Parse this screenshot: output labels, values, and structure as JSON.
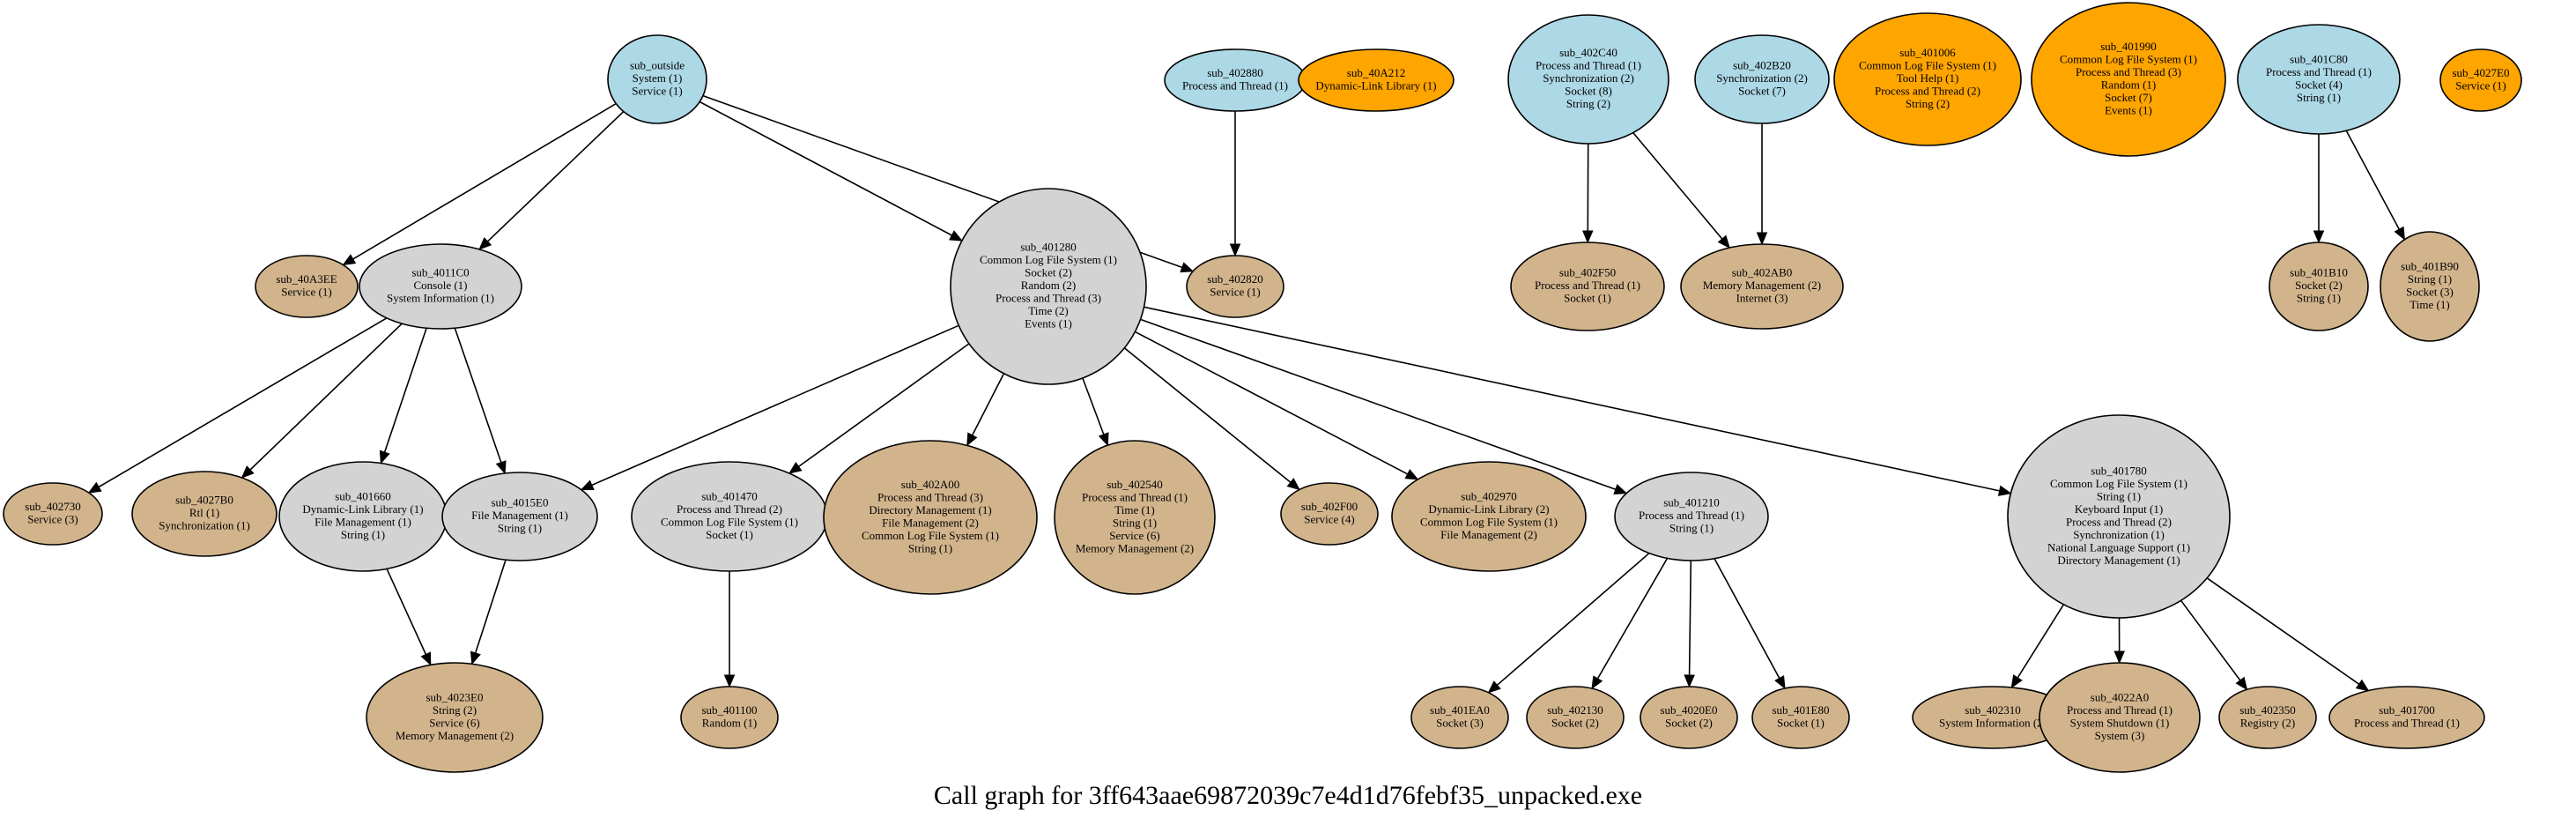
{
  "colors": {
    "root": "#add8e6",
    "intermediate": "#d3d3d3",
    "leaf": "#d2b48c",
    "isolated": "#ffa500"
  },
  "caption": "Call graph for 3ff643aae69872039c7e4d1d76febf35_unpacked.exe",
  "nodes": [
    {
      "id": "sub_outside",
      "kind": "root",
      "lines": [
        "sub_outside",
        "System (1)",
        "Service (1)"
      ]
    },
    {
      "id": "sub_402880",
      "kind": "root",
      "lines": [
        "sub_402880",
        "Process and Thread (1)"
      ]
    },
    {
      "id": "sub_40A212",
      "kind": "isolated",
      "lines": [
        "sub_40A212",
        "Dynamic-Link Library (1)"
      ]
    },
    {
      "id": "sub_402C40",
      "kind": "root",
      "lines": [
        "sub_402C40",
        "Process and Thread (1)",
        "Synchronization (2)",
        "Socket (8)",
        "String (2)"
      ]
    },
    {
      "id": "sub_402B20",
      "kind": "root",
      "lines": [
        "sub_402B20",
        "Synchronization (2)",
        "Socket (7)"
      ]
    },
    {
      "id": "sub_401006",
      "kind": "isolated",
      "lines": [
        "sub_401006",
        "Common Log File System (1)",
        "Tool Help (1)",
        "Process and Thread (2)",
        "String (2)"
      ]
    },
    {
      "id": "sub_401990",
      "kind": "isolated",
      "lines": [
        "sub_401990",
        "Common Log File System (1)",
        "Process and Thread (3)",
        "Random (1)",
        "Socket (7)",
        "Events (1)"
      ]
    },
    {
      "id": "sub_401C80",
      "kind": "root",
      "lines": [
        "sub_401C80",
        "Process and Thread (1)",
        "Socket (4)",
        "String (1)"
      ]
    },
    {
      "id": "sub_4027E0",
      "kind": "isolated",
      "lines": [
        "sub_4027E0",
        "Service (1)"
      ]
    },
    {
      "id": "sub_40A3EE",
      "kind": "leaf",
      "lines": [
        "sub_40A3EE",
        "Service (1)"
      ]
    },
    {
      "id": "sub_4011C0",
      "kind": "intermediate",
      "lines": [
        "sub_4011C0",
        "Console (1)",
        "System Information (1)"
      ]
    },
    {
      "id": "sub_401280",
      "kind": "intermediate",
      "lines": [
        "sub_401280",
        "Common Log File System (1)",
        "Socket (2)",
        "Random (2)",
        "Process and Thread (3)",
        "Time (2)",
        "Events (1)"
      ]
    },
    {
      "id": "sub_402820",
      "kind": "leaf",
      "lines": [
        "sub_402820",
        "Service (1)"
      ]
    },
    {
      "id": "sub_402F50",
      "kind": "leaf",
      "lines": [
        "sub_402F50",
        "Process and Thread (1)",
        "Socket (1)"
      ]
    },
    {
      "id": "sub_402AB0",
      "kind": "leaf",
      "lines": [
        "sub_402AB0",
        "Memory Management (2)",
        "Internet (3)"
      ]
    },
    {
      "id": "sub_401B10",
      "kind": "leaf",
      "lines": [
        "sub_401B10",
        "Socket (2)",
        "String (1)"
      ]
    },
    {
      "id": "sub_401B90",
      "kind": "leaf",
      "lines": [
        "sub_401B90",
        "String (1)",
        "Socket (3)",
        "Time (1)"
      ]
    },
    {
      "id": "sub_402730",
      "kind": "leaf",
      "lines": [
        "sub_402730",
        "Service (3)"
      ]
    },
    {
      "id": "sub_4027B0",
      "kind": "leaf",
      "lines": [
        "sub_4027B0",
        "Rtl (1)",
        "Synchronization (1)"
      ]
    },
    {
      "id": "sub_401660",
      "kind": "intermediate",
      "lines": [
        "sub_401660",
        "Dynamic-Link Library (1)",
        "File Management (1)",
        "String (1)"
      ]
    },
    {
      "id": "sub_4015E0",
      "kind": "intermediate",
      "lines": [
        "sub_4015E0",
        "File Management (1)",
        "String (1)"
      ]
    },
    {
      "id": "sub_401470",
      "kind": "intermediate",
      "lines": [
        "sub_401470",
        "Process and Thread (2)",
        "Common Log File System (1)",
        "Socket (1)"
      ]
    },
    {
      "id": "sub_402A00",
      "kind": "leaf",
      "lines": [
        "sub_402A00",
        "Process and Thread (3)",
        "Directory Management (1)",
        "File Management (2)",
        "Common Log File System (1)",
        "String (1)"
      ]
    },
    {
      "id": "sub_402540",
      "kind": "leaf",
      "lines": [
        "sub_402540",
        "Process and Thread (1)",
        "Time (1)",
        "String (1)",
        "Service (6)",
        "Memory Management (2)"
      ]
    },
    {
      "id": "sub_402F00",
      "kind": "leaf",
      "lines": [
        "sub_402F00",
        "Service (4)"
      ]
    },
    {
      "id": "sub_402970",
      "kind": "leaf",
      "lines": [
        "sub_402970",
        "Dynamic-Link Library (2)",
        "Common Log File System (1)",
        "File Management (2)"
      ]
    },
    {
      "id": "sub_401210",
      "kind": "intermediate",
      "lines": [
        "sub_401210",
        "Process and Thread (1)",
        "String (1)"
      ]
    },
    {
      "id": "sub_401780",
      "kind": "intermediate",
      "lines": [
        "sub_401780",
        "Common Log File System (1)",
        "String (1)",
        "Keyboard Input (1)",
        "Process and Thread (2)",
        "Synchronization (1)",
        "National Language Support (1)",
        "Directory Management (1)"
      ]
    },
    {
      "id": "sub_4023E0",
      "kind": "leaf",
      "lines": [
        "sub_4023E0",
        "String (2)",
        "Service (6)",
        "Memory Management (2)"
      ]
    },
    {
      "id": "sub_401100",
      "kind": "leaf",
      "lines": [
        "sub_401100",
        "Random (1)"
      ]
    },
    {
      "id": "sub_401EA0",
      "kind": "leaf",
      "lines": [
        "sub_401EA0",
        "Socket (3)"
      ]
    },
    {
      "id": "sub_402130",
      "kind": "leaf",
      "lines": [
        "sub_402130",
        "Socket (2)"
      ]
    },
    {
      "id": "sub_4020E0",
      "kind": "leaf",
      "lines": [
        "sub_4020E0",
        "Socket (2)"
      ]
    },
    {
      "id": "sub_401E80",
      "kind": "leaf",
      "lines": [
        "sub_401E80",
        "Socket (1)"
      ]
    },
    {
      "id": "sub_402310",
      "kind": "leaf",
      "lines": [
        "sub_402310",
        "System Information (2)"
      ]
    },
    {
      "id": "sub_4022A0",
      "kind": "leaf",
      "lines": [
        "sub_4022A0",
        "Process and Thread (1)",
        "System Shutdown (1)",
        "System (3)"
      ]
    },
    {
      "id": "sub_402350",
      "kind": "leaf",
      "lines": [
        "sub_402350",
        "Registry (2)"
      ]
    },
    {
      "id": "sub_401700",
      "kind": "leaf",
      "lines": [
        "sub_401700",
        "Process and Thread (1)"
      ]
    }
  ],
  "edges": [
    [
      "sub_outside",
      "sub_40A3EE"
    ],
    [
      "sub_outside",
      "sub_4011C0"
    ],
    [
      "sub_outside",
      "sub_401280"
    ],
    [
      "sub_outside",
      "sub_402820"
    ],
    [
      "sub_402880",
      "sub_402820"
    ],
    [
      "sub_402C40",
      "sub_402F50"
    ],
    [
      "sub_402C40",
      "sub_402AB0"
    ],
    [
      "sub_402B20",
      "sub_402AB0"
    ],
    [
      "sub_401C80",
      "sub_401B10"
    ],
    [
      "sub_401C80",
      "sub_401B90"
    ],
    [
      "sub_4011C0",
      "sub_402730"
    ],
    [
      "sub_4011C0",
      "sub_4027B0"
    ],
    [
      "sub_4011C0",
      "sub_401660"
    ],
    [
      "sub_4011C0",
      "sub_4015E0"
    ],
    [
      "sub_401280",
      "sub_4015E0"
    ],
    [
      "sub_401280",
      "sub_401470"
    ],
    [
      "sub_401280",
      "sub_402A00"
    ],
    [
      "sub_401280",
      "sub_402540"
    ],
    [
      "sub_401280",
      "sub_402F00"
    ],
    [
      "sub_401280",
      "sub_402970"
    ],
    [
      "sub_401280",
      "sub_401210"
    ],
    [
      "sub_401280",
      "sub_401780"
    ],
    [
      "sub_401660",
      "sub_4023E0"
    ],
    [
      "sub_4015E0",
      "sub_4023E0"
    ],
    [
      "sub_401470",
      "sub_401100"
    ],
    [
      "sub_401210",
      "sub_401EA0"
    ],
    [
      "sub_401210",
      "sub_402130"
    ],
    [
      "sub_401210",
      "sub_4020E0"
    ],
    [
      "sub_401210",
      "sub_401E80"
    ],
    [
      "sub_401780",
      "sub_402310"
    ],
    [
      "sub_401780",
      "sub_4022A0"
    ],
    [
      "sub_401780",
      "sub_402350"
    ],
    [
      "sub_401780",
      "sub_401700"
    ]
  ]
}
